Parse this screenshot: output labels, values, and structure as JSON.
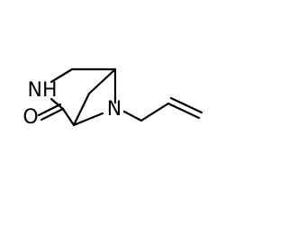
{
  "molecule": {
    "atoms": {
      "amide_n": "NH",
      "carbonyl_o": "O",
      "bridge_n": "N"
    }
  }
}
